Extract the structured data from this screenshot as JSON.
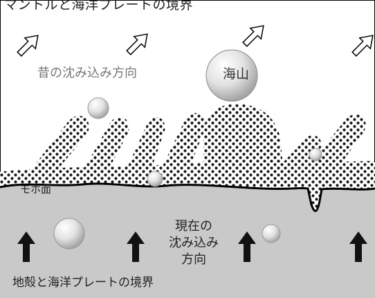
{
  "labels": {
    "mantle_boundary": "マントルと海洋プレートの境界",
    "past_subduction_direction": "昔の沈み込み方向",
    "seamount": "海山",
    "moho": "モホ面",
    "present_direction_line1": "現在の",
    "present_direction_line2": "沈み込み",
    "present_direction_line3": "方向",
    "crust_boundary": "地殻と海洋プレートの境界"
  },
  "colors": {
    "crust_fill": "#c9c9c9",
    "dot_color": "#1a1a1a",
    "arrow_dark": "#111111",
    "outline": "#000000"
  },
  "icons": {
    "hollow_arrow": "up-right-hollow-arrow-icon",
    "solid_arrow": "up-solid-arrow-icon"
  }
}
